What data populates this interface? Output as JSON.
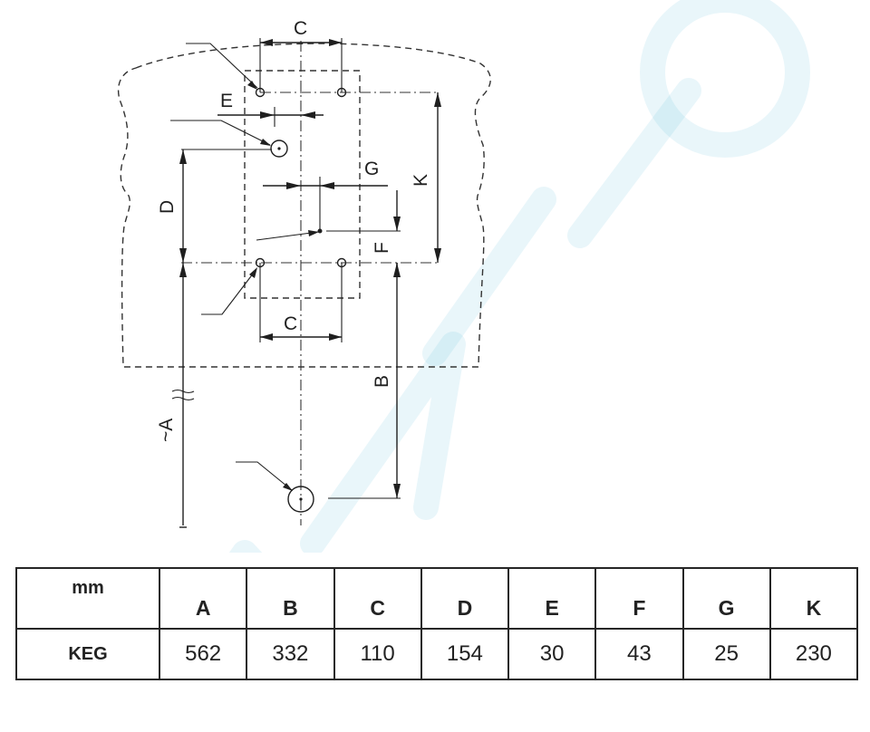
{
  "diagram": {
    "labels": {
      "C_top": "C",
      "C_bottom": "C",
      "E": "E",
      "G": "G",
      "D": "D",
      "K": "K",
      "F": "F",
      "B": "B",
      "A": "~A"
    }
  },
  "table": {
    "unit_header": "mm",
    "columns": [
      "A",
      "B",
      "C",
      "D",
      "E",
      "F",
      "G",
      "K"
    ],
    "row_label": "KEG",
    "values": [
      "562",
      "332",
      "110",
      "154",
      "30",
      "43",
      "25",
      "230"
    ]
  }
}
